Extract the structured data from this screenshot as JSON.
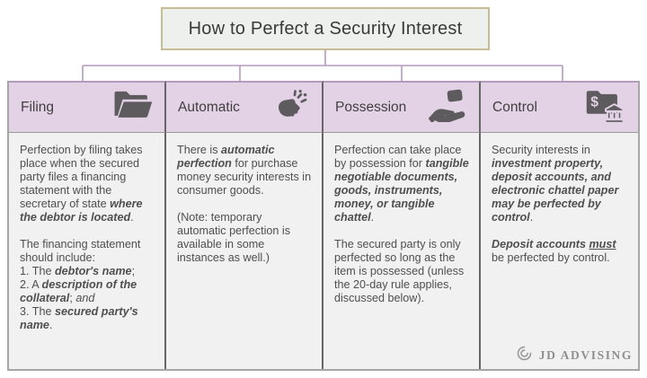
{
  "title": "How to Perfect a Security Interest",
  "columns": [
    {
      "header": "Filing",
      "icon": "open-folder-icon",
      "paragraphs": [
        [
          {
            "t": "Perfection by filing takes place when the secured party files a financing statement with the secretary of state ",
            "s": "r"
          },
          {
            "t": "where the debtor is located",
            "s": "bi"
          },
          {
            "t": ".",
            "s": "r"
          }
        ],
        [
          {
            "t": "The financing statement should include:",
            "s": "r"
          },
          {
            "br": true
          },
          {
            "t": "1. The ",
            "s": "r"
          },
          {
            "t": "debtor's name",
            "s": "bi"
          },
          {
            "t": ";",
            "s": "r"
          },
          {
            "br": true
          },
          {
            "t": "2. A ",
            "s": "r"
          },
          {
            "t": "description of the collateral",
            "s": "bi"
          },
          {
            "t": "; ",
            "s": "r"
          },
          {
            "t": "and",
            "s": "i"
          },
          {
            "br": true
          },
          {
            "t": "3. The ",
            "s": "r"
          },
          {
            "t": "secured party's name",
            "s": "bi"
          },
          {
            "t": ".",
            "s": "r"
          }
        ]
      ]
    },
    {
      "header": "Automatic",
      "icon": "snap-fingers-icon",
      "paragraphs": [
        [
          {
            "t": "There is ",
            "s": "r"
          },
          {
            "t": "automatic perfection",
            "s": "bi"
          },
          {
            "t": " for purchase money security interests in consumer goods.",
            "s": "r"
          }
        ],
        [
          {
            "t": "(Note: temporary automatic perfection is available in some instances as well.)",
            "s": "r"
          }
        ]
      ]
    },
    {
      "header": "Possession",
      "icon": "hand-receive-icon",
      "paragraphs": [
        [
          {
            "t": "Perfection can take place by possession for ",
            "s": "r"
          },
          {
            "t": "tangible negotiable documents, goods, instruments, money, or tangible chattel",
            "s": "bi"
          },
          {
            "t": ".",
            "s": "r"
          }
        ],
        [
          {
            "t": "The secured party is only perfected so long as the item is possessed (unless the 20-day rule applies, discussed below).",
            "s": "r"
          }
        ]
      ]
    },
    {
      "header": "Control",
      "icon": "money-folder-bank-icon",
      "paragraphs": [
        [
          {
            "t": "Security interests in ",
            "s": "r"
          },
          {
            "t": "investment property, deposit accounts, and electronic chattel paper may be perfected by control",
            "s": "bi"
          },
          {
            "t": ".",
            "s": "r"
          }
        ],
        [
          {
            "t": "Deposit accounts ",
            "s": "bi"
          },
          {
            "t": "must",
            "s": "biu"
          },
          {
            "t": " be perfected by control.",
            "s": "r"
          }
        ]
      ]
    }
  ],
  "logo": {
    "text": "JD ADVISING",
    "icon": "jd-advising-emblem-icon"
  },
  "colors": {
    "title_border": "#c6bd94",
    "title_bg": "#eef0ee",
    "connector": "#b49bbd",
    "header_bg": "#e3d2e5",
    "body_bg": "#f1f1f2",
    "divider": "#666666",
    "outer_border": "#a6a6a6",
    "icon": "#5d5b5e",
    "text": "#4f4f4f",
    "logo_gray": "#8f8f8f"
  }
}
